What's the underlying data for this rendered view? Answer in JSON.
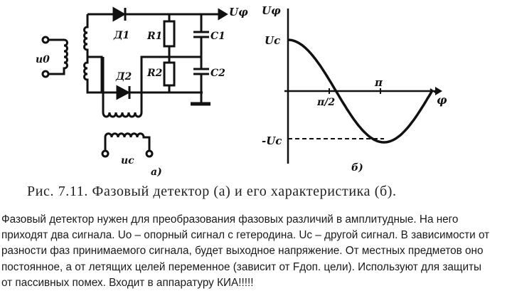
{
  "figure": {
    "circuit": {
      "labels": {
        "d1": "Д1",
        "d2": "Д2",
        "r1": "R1",
        "r2": "R2",
        "c1": "C1",
        "c2": "C2",
        "u_out": "Uφ",
        "u0": "u0",
        "uc": "uc",
        "panel": "а)"
      }
    },
    "characteristic": {
      "labels": {
        "y_axis": "Uφ",
        "uc": "Uc",
        "neg_uc": "-Uc",
        "half_pi": "π/2",
        "pi": "π",
        "x_axis": "φ",
        "panel": "б)"
      },
      "curve": "cosine"
    }
  },
  "caption": "Рис. 7.11. Фазовый детектор (а) и его характеристика (б).",
  "body_lines": [
    "Фазовый детектор нужен для преобразования фазовых различий в амплитудные. На него",
    "приходят два сигнала. Uo – опорный сигнал с гетеродина. Uc – другой сигнал. В зависимости от",
    "разности фаз принимаемого сигнала, будет выходное напряжение. От местных предметов оно",
    "постоянное, а от летящих целей переменное (зависит от Fдоп. цели). Используют для защиты",
    "от пассивных помех. Входит в аппаратуру КИА!!!!!"
  ]
}
